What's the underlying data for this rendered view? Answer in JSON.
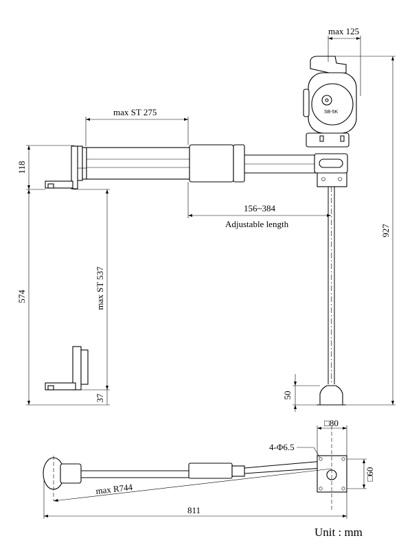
{
  "labels": {
    "max_125": "max 125",
    "max_st_275": "max ST 275",
    "dim_118": "118",
    "range_156_384": "156~384",
    "adjustable_length": "Adjustable length",
    "dim_927": "927",
    "dim_574": "574",
    "max_st_537": "max ST 537",
    "dim_37": "37",
    "dim_50": "50",
    "sq_80": "□80",
    "hole_spec": "4-Φ6.5",
    "sq_60": "□60",
    "max_r744": "max R744",
    "dim_811": "811",
    "unit": "Unit : mm",
    "model": "SB-5K"
  }
}
